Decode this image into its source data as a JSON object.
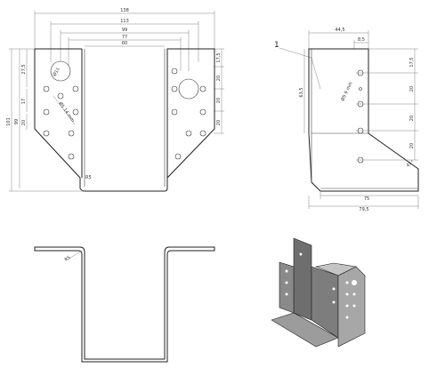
{
  "front": {
    "dims_top": [
      "138",
      "113",
      "99",
      "77",
      "60"
    ],
    "dims_left": [
      "101",
      "99",
      "27,5",
      "17",
      "20"
    ],
    "dims_right": [
      "17,5",
      "20",
      "20",
      "20"
    ],
    "hole_labels": [
      "Ø11",
      "Ø5 14 mm"
    ],
    "radius": "R5"
  },
  "side": {
    "callout": "1",
    "dims_top": [
      "44,5",
      "8,5"
    ],
    "dims_right": [
      "17,5",
      "20",
      "20",
      "20"
    ],
    "dims_left": "63,5",
    "hole_label": "Ø5 9 mm",
    "angle": "45°",
    "dims_bottom": [
      "75",
      "79,5"
    ]
  },
  "top": {
    "radius": "R5"
  }
}
